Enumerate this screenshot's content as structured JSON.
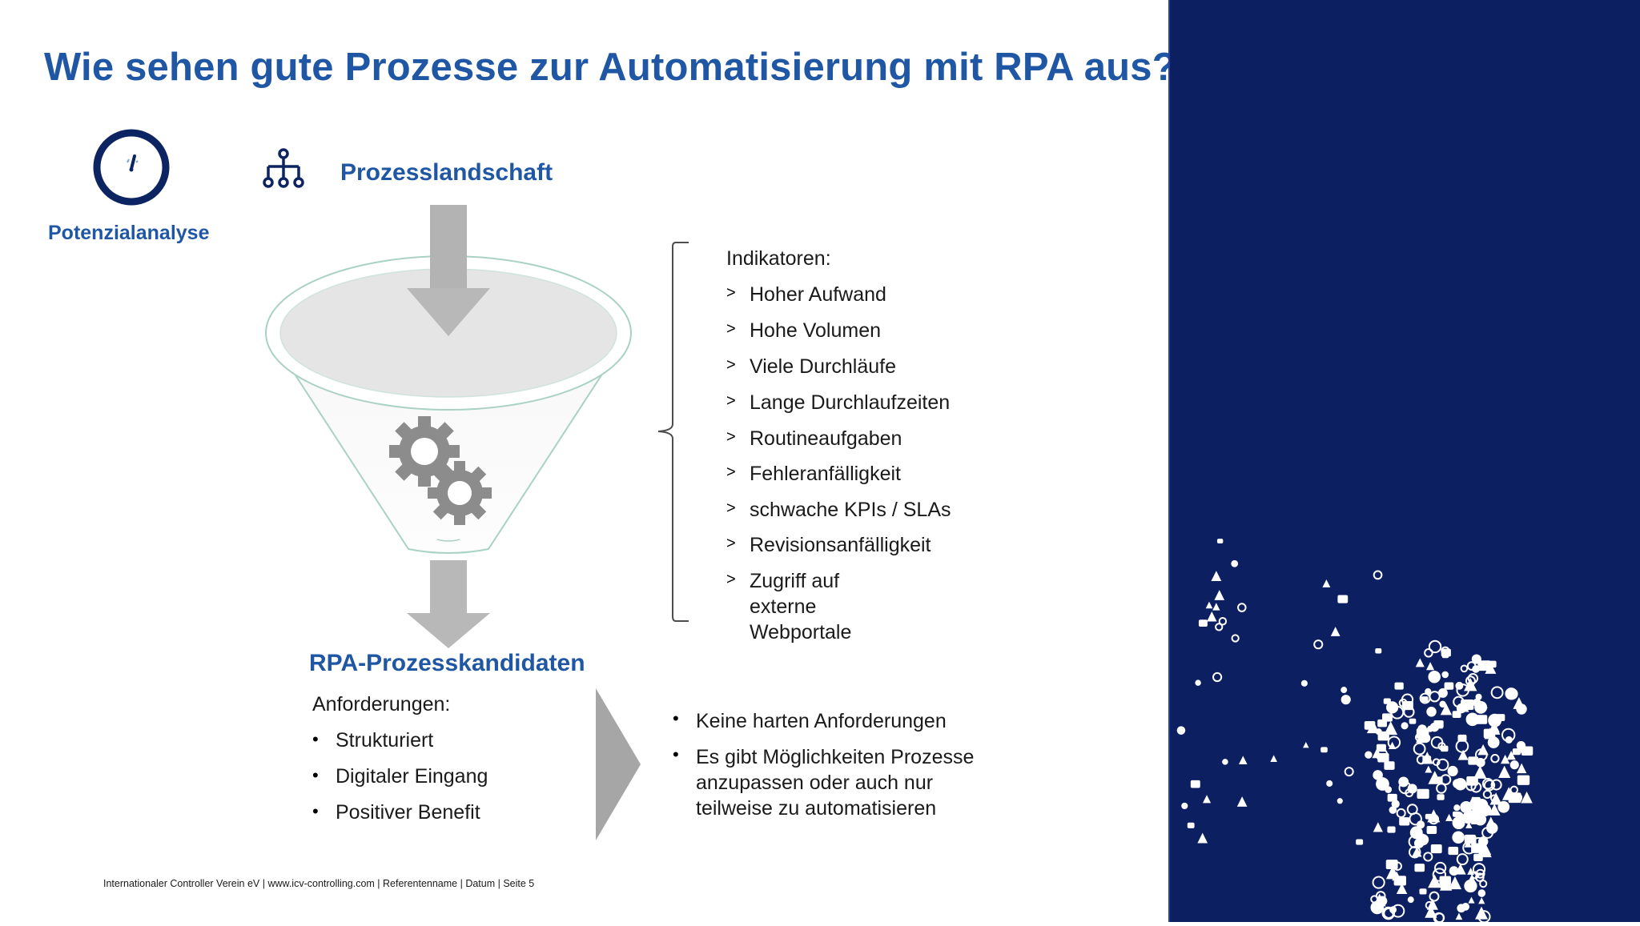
{
  "slide": {
    "title": "Wie sehen gute Prozesse zur Automatisierung mit RPA aus?",
    "section_label": "Potenzialanalyse",
    "section_icon": "gauge-icon"
  },
  "funnel": {
    "top_label": "Prozesslandschaft",
    "top_icon": "hierarchy-icon",
    "bottom_label": "RPA-Prozesskandidaten",
    "center_icon": "gears-icon"
  },
  "indicators": {
    "heading": "Indikatoren:",
    "marker": ">",
    "items": [
      "Hoher Aufwand",
      "Hohe Volumen",
      "Viele Durchläufe",
      "Lange Durchlaufzeiten",
      "Routineaufgaben",
      "Fehleranfälligkeit",
      "schwache KPIs / SLAs",
      "Revisionsanfälligkeit",
      "Zugriff auf externe\nWebportale"
    ]
  },
  "requirements": {
    "heading": "Anforderungen:",
    "marker": "•",
    "items": [
      "Strukturiert",
      "Digitaler Eingang",
      "Positiver Benefit"
    ]
  },
  "notes": {
    "marker": "•",
    "items": [
      "Keine harten Anforderungen",
      "Es gibt Möglichkeiten Prozesse\nanzupassen oder auch nur\nteilweise zu automatisieren"
    ]
  },
  "footer": "Internationaler Controller Verein eV | www.icv-controlling.com | Referentenname | Datum | Seite 5",
  "colors": {
    "accent_blue": "#1f57a4",
    "dark_navy": "#0c2461",
    "side_panel": "#0c1f60",
    "arrow_gray": "#b3b3b3"
  }
}
